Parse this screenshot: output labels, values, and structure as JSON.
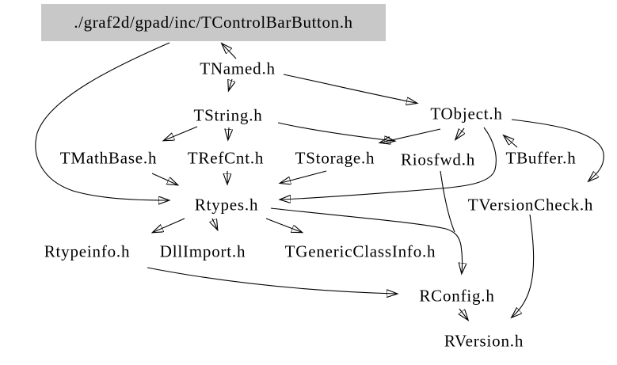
{
  "diagram": {
    "type": "include-dependency-graph",
    "root": {
      "label": "./graf2d/gpad/inc/TControlBarButton.h"
    },
    "nodes": [
      {
        "label": "TNamed.h"
      },
      {
        "label": "TString.h"
      },
      {
        "label": "TObject.h"
      },
      {
        "label": "TMathBase.h"
      },
      {
        "label": "TRefCnt.h"
      },
      {
        "label": "TStorage.h"
      },
      {
        "label": "Riosfwd.h"
      },
      {
        "label": "TBuffer.h"
      },
      {
        "label": "TVersionCheck.h"
      },
      {
        "label": "Rtypes.h"
      },
      {
        "label": "Rtypeinfo.h"
      },
      {
        "label": "DllImport.h"
      },
      {
        "label": "TGenericClassInfo.h"
      },
      {
        "label": "RConfig.h"
      },
      {
        "label": "RVersion.h"
      }
    ],
    "edges": [
      {
        "from": "TNamed.h",
        "to": "./graf2d/gpad/inc/TControlBarButton.h"
      },
      {
        "from": "TNamed.h",
        "to": "TString.h"
      },
      {
        "from": "TNamed.h",
        "to": "TObject.h"
      },
      {
        "from": "TString.h",
        "to": "TMathBase.h"
      },
      {
        "from": "TString.h",
        "to": "TRefCnt.h"
      },
      {
        "from": "TString.h",
        "to": "Riosfwd.h"
      },
      {
        "from": "TObject.h",
        "to": "TStorage.h"
      },
      {
        "from": "TObject.h",
        "to": "Riosfwd.h"
      },
      {
        "from": "TObject.h",
        "to": "Rtypes.h"
      },
      {
        "from": "TObject.h",
        "to": "TVersionCheck.h"
      },
      {
        "from": "TBuffer.h",
        "to": "TObject.h"
      },
      {
        "from": "./graf2d/gpad/inc/TControlBarButton.h",
        "to": "Rtypes.h"
      },
      {
        "from": "TMathBase.h",
        "to": "Rtypes.h"
      },
      {
        "from": "TRefCnt.h",
        "to": "Rtypes.h"
      },
      {
        "from": "TStorage.h",
        "to": "Rtypes.h"
      },
      {
        "from": "Rtypes.h",
        "to": "Rtypeinfo.h"
      },
      {
        "from": "Rtypes.h",
        "to": "DllImport.h"
      },
      {
        "from": "Rtypes.h",
        "to": "TGenericClassInfo.h"
      },
      {
        "from": "Rtypes.h",
        "to": "RConfig.h"
      },
      {
        "from": "Riosfwd.h",
        "to": "RConfig.h"
      },
      {
        "from": "Rtypeinfo.h",
        "to": "RConfig.h"
      },
      {
        "from": "RConfig.h",
        "to": "RVersion.h"
      },
      {
        "from": "TVersionCheck.h",
        "to": "RVersion.h"
      }
    ],
    "colors": {
      "root_background": "#c8c8c8",
      "edge": "#000000",
      "text": "#000000",
      "background": "#ffffff"
    }
  }
}
